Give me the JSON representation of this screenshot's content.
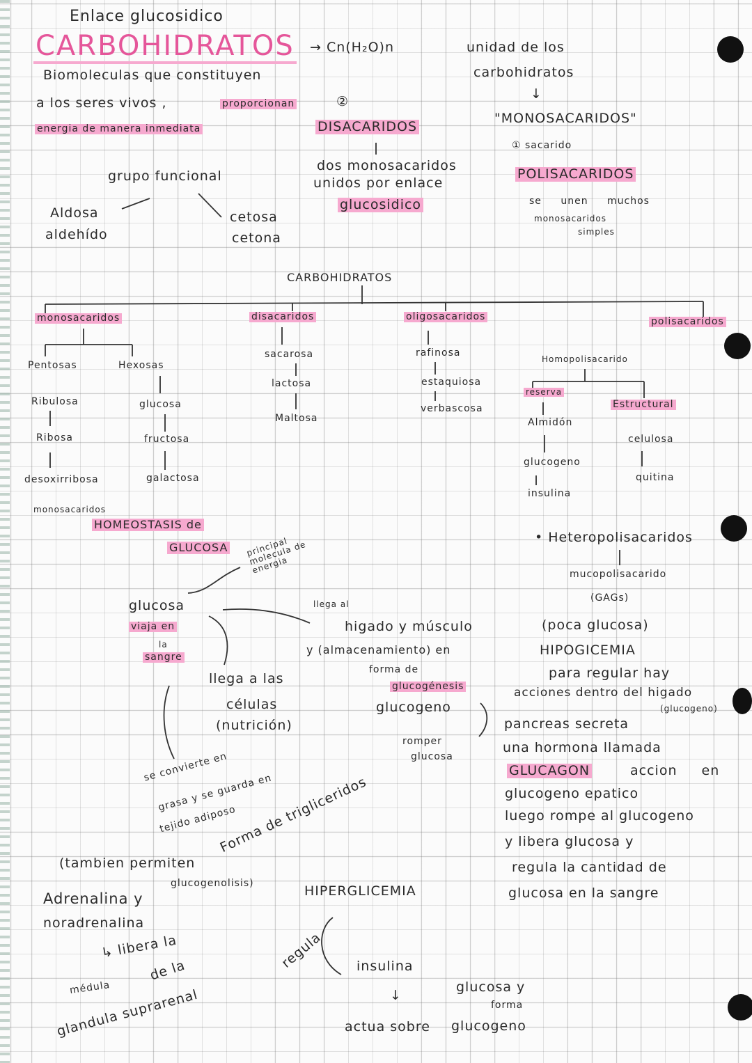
{
  "top": {
    "enlace": "Enlace glucosidico",
    "title": "CARBOHIDRATOS",
    "formula": "→ Cn(H₂O)n",
    "def1": "Biomoleculas que constituyen",
    "def2": "a los seres vivos ,",
    "def3": "proporcionan",
    "num2": "②",
    "def4": "energia de manera inmediata",
    "disacaridos": "DISACARIDOS",
    "dis1": "dos monosacaridos",
    "dis2": "unidos por enlace",
    "dis3": "glucosidico",
    "unidad1": "unidad de los",
    "unidad2": "carbohidratos",
    "arrow": "↓",
    "monosacaridos": "\"MONOSACARIDOS\"",
    "sacarido": "① sacarido",
    "polisacaridos": "POLISACARIDOS",
    "pol1": "se unen muchos",
    "pol2": "monosacaridos",
    "pol3": "simples",
    "grupo": "grupo funcional",
    "aldosa": "Aldosa",
    "aldehido": "aldehído",
    "cetosa": "cetosa",
    "cetona": "cetona"
  },
  "tree": {
    "root": "CARBOHIDRATOS",
    "mono": "monosacaridos",
    "di": "disacaridos",
    "oligo": "oligosacaridos",
    "poli": "polisacaridos",
    "pentosas": "Pentosas",
    "hexosas": "Hexosas",
    "ribulosa": "Ribulosa",
    "ribosa": "Ribosa",
    "desoxirribosa": "desoxirribosa",
    "mono_note": "monosacaridos",
    "glucosa": "glucosa",
    "fructosa": "fructosa",
    "galactosa": "galactosa",
    "sacarosa": "sacarosa",
    "lactosa": "lactosa",
    "maltosa": "Maltosa",
    "rafinosa": "rafinosa",
    "estaquiosa": "estaquiosa",
    "verbascosa": "verbascosa",
    "homo": "Homopolisacarido",
    "reserva": "reserva",
    "estructural": "Estructural",
    "almidon": "Almidón",
    "glucogeno": "glucogeno",
    "insulina": "insulina",
    "celulosa": "celulosa",
    "quitina": "quitina"
  },
  "right": {
    "hetero": "• Heteropolisacaridos",
    "muco": "mucopolisacarido",
    "gags": "(GAGs)",
    "poca": "(poca glucosa)",
    "hipo": "HIPOGICEMIA",
    "r1": "para regular hay",
    "r2": "acciones dentro del higado",
    "r3": "(glucogeno)",
    "r4": "pancreas secreta",
    "r5": "una hormona llamada",
    "glucagon": "GLUCAGON",
    "r6": "accion en",
    "r7": "glucogeno epatico",
    "r8": "luego rompe al glucogeno",
    "r9": "y libera glucosa y",
    "r10": "regula la cantidad de",
    "r11": "glucosa en la sangre"
  },
  "middle": {
    "homeo": "HOMEOSTASIS de",
    "glucosa_hl": "GLUCOSA",
    "principal": "principal molecula de energia",
    "g1": "glucosa",
    "g2": "viaja en",
    "g3": "la",
    "g4": "sangre",
    "h1": "llega al",
    "h2": "higado y músculo",
    "h3": "y (almacenamiento) en",
    "h4": "forma de",
    "h5": "glucogénesis",
    "h6": "glucogeno",
    "h7": "romper",
    "h8": "glucosa",
    "c1": "llega a las",
    "c2": "células",
    "c3": "(nutrición)",
    "f1": "se convierte en",
    "f2": "grasa y se guarda en",
    "f3": "tejido adiposo",
    "f4": "Forma de trigliceridos",
    "a1": "(tambien permiten",
    "a2": "glucogenolisis)",
    "a3": "Adrenalina y",
    "a4": "noradrenalina",
    "a5": "↳ libera la",
    "a6": "de la",
    "a7": "médula",
    "a8": "glandula suprarenal",
    "hiper": "HIPERGLICEMIA",
    "regula": "regula",
    "insulina": "insulina",
    "down": "↓",
    "actua": "actua sobre",
    "gf1": "glucosa y",
    "gf2": "forma",
    "gf3": "glucogeno"
  },
  "colors": {
    "highlight": "#f6a9cf",
    "title": "#e5569a",
    "ink": "#2a2a2a"
  }
}
